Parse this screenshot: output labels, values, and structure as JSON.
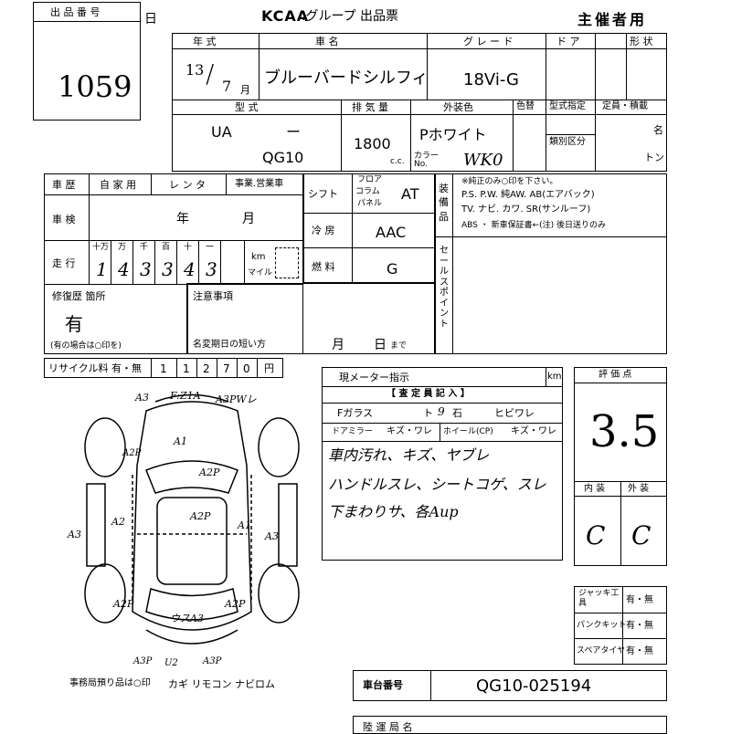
{
  "header": {
    "lot_label": "出 品 番 号",
    "lot_number": "1059",
    "org_prefix": "KCAA",
    "title": ".グループ 出品票",
    "copy_label": "主催者用",
    "side_char": "日"
  },
  "top": {
    "year_label": "年 式",
    "year": "13",
    "month": "7",
    "month_unit": "月",
    "name_label": "車 名",
    "car_name": "ブルーバードシルフィ",
    "grade_label": "グ レ ー ド",
    "grade": "18Vi-G",
    "door_label": "ド ア",
    "shape_label": "形 状",
    "model_label": "型 式",
    "model_prefix": "UA",
    "model_dash": "ー",
    "model_code": "QG10",
    "displacement_label": "排 気 量",
    "displacement": "1800",
    "cc_unit": "c.c.",
    "color_label": "外装色",
    "color": "Pホワイト",
    "color_no_label": "カラー No.",
    "color_code": "WK0",
    "color_mark_label": "色替",
    "designation_label": "型式指定",
    "category_label": "類別区分",
    "capacity_label": "定員・積載",
    "persons_unit": "名",
    "ton_unit": "トン"
  },
  "history": {
    "history_label": "車 歴",
    "private_label": "自 家 用",
    "rental_label": "レ ン タ",
    "business_label": "事業.営業車",
    "inspection_label": "車 検",
    "inspection_year_unit": "年",
    "inspection_month_unit": "月",
    "mileage_label": "走 行",
    "digit_units": [
      "十万",
      "万",
      "千",
      "百",
      "十",
      "一"
    ],
    "mileage_digits": [
      "1",
      "4",
      "3",
      "3",
      "4",
      "3"
    ],
    "km_label": "km",
    "mile_label": "マイル",
    "repair_label": "修復歴 箇所",
    "repair_value": "有",
    "repair_note": "(有の場合は○印を)",
    "caution_label": "注意事項",
    "title_change_label": "名変期日の短い方",
    "title_change_month": "月",
    "title_change_day": "日",
    "title_change_suffix": "まで",
    "recycle_label": "リサイクル料 有・無",
    "recycle_digits": [
      "1",
      "1",
      "2",
      "7",
      "0"
    ],
    "recycle_unit": "円"
  },
  "mechanics": {
    "shift_label": "シフト",
    "shift_options": [
      "フロア",
      "コラム",
      "パネル"
    ],
    "shift_value": "AT",
    "ac_label": "冷 房",
    "ac_value": "AAC",
    "fuel_label": "燃 料",
    "fuel_value": "G",
    "equipment_label": "装備品",
    "equipment_note": "※純正のみ○印を下さい。",
    "equipment_line1": "P.S. P.W. 純AW. AB(エアバック)",
    "equipment_line2": "TV. ナビ. カワ. SR(サンルーフ)",
    "equipment_line3": "ABS ・ 新車保証書←(注) 後日送りのみ",
    "sales_point_label": "セールスポイント"
  },
  "inspection": {
    "meter_label": "現メーター指示",
    "meter_unit": "km",
    "inspector_label": "【 査 定 員 記 入 】",
    "glass_label": "Fガラス",
    "glass_marks": [
      "ト",
      "9",
      "石",
      "ヒビワレ"
    ],
    "mirror_label": "ドアミラー",
    "mirror_value": "キズ・ワレ",
    "wheel_label": "ホイール(CP)",
    "wheel_value": "キズ・ワレ",
    "notes": [
      "車内汚れ、キズ、ヤブレ",
      "ハンドルスレ、シートコゲ、スレ",
      "下まわりサ、各Aup"
    ],
    "score_label": "評 価 点",
    "score": "3.5",
    "interior_label": "内 装",
    "exterior_label": "外 装",
    "interior_grade": "C",
    "exterior_grade": "C"
  },
  "diagram_marks": {
    "top_left": "A3",
    "top_mid": "F:Z1A",
    "top_right": "A3PWレ",
    "hood": "A1",
    "left_front_fender": "A2P",
    "right_front_door": "A2P",
    "left_door": "A2",
    "right_door": "A2P",
    "right_door2": "A1",
    "left_side": "A3",
    "right_side": "A3",
    "left_rear": "A2P",
    "right_rear": "A2P",
    "trunk": "ウスA3",
    "bottom_left": "A3P",
    "bottom_mid": "U2",
    "bottom_right": "A3P"
  },
  "equipment_check": {
    "jack_label": "ジャッキ工 具",
    "puncture_label": "パンクキット",
    "spare_label": "スペアタイヤ",
    "yes_no": "有・無"
  },
  "footer": {
    "office_note": "事務局預り品は○印",
    "items": "カギ リモコン ナビロム",
    "chassis_label": "車台番号",
    "chassis_number": "QG10-025194",
    "bottom_label": "陸 運 局 名"
  }
}
